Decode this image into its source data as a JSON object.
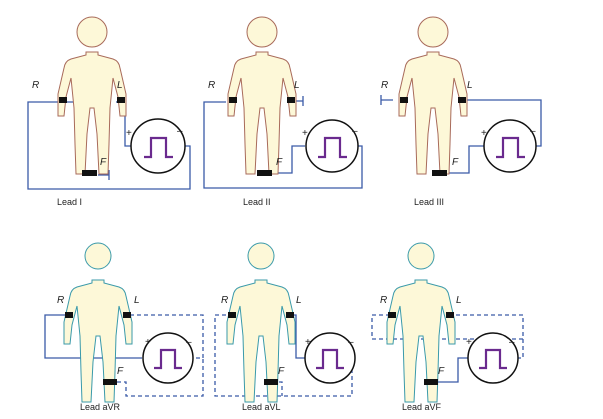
{
  "colors": {
    "wire": "#3a5aa8",
    "pulse": "#6a2a8e",
    "body_fill": "#fdf8d8",
    "body_stroke_top": "#a86a5a",
    "body_stroke_bottom": "#3a9aaa",
    "electrode": "#111111"
  },
  "electrodes": {
    "right_arm": "R",
    "left_arm": "L",
    "foot": "F"
  },
  "polarity": {
    "positive": "+",
    "negative": "–"
  },
  "leads": [
    {
      "id": "lead-i",
      "label": "Lead I",
      "augmented": false
    },
    {
      "id": "lead-ii",
      "label": "Lead II",
      "augmented": false
    },
    {
      "id": "lead-iii",
      "label": "Lead III",
      "augmented": false
    },
    {
      "id": "lead-avr",
      "label": "Lead aVR",
      "augmented": true
    },
    {
      "id": "lead-avl",
      "label": "Lead aVL",
      "augmented": true
    },
    {
      "id": "lead-avf",
      "label": "Lead aVF",
      "augmented": true
    }
  ],
  "icons": {
    "figure": "human-figure-icon",
    "meter": "galvanometer-icon",
    "pulse": "square-pulse-icon"
  }
}
